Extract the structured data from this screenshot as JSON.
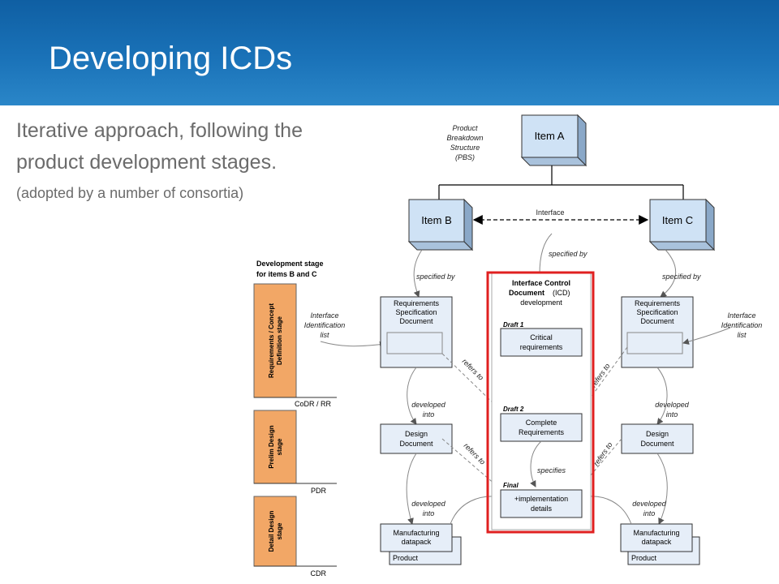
{
  "slide": {
    "title": "Developing ICDs",
    "bullet_line1": "Iterative approach, following the",
    "bullet_line2": "product development  stages.",
    "sub_bullet": "(adopted by a number of consortia)"
  },
  "diagram": {
    "pbs_label": [
      "Product",
      "Breakdown",
      "Structure",
      "(PBS)"
    ],
    "item_a": "Item A",
    "item_b": "Item B",
    "item_c": "Item C",
    "interface_label": "Interface",
    "specified_by": "specified by",
    "stage_header": [
      "Development stage",
      "for items B and C"
    ],
    "stages": [
      {
        "label": [
          "Requirements / Concept",
          "Definition stage"
        ],
        "milestone": "CoDR / RR"
      },
      {
        "label": [
          "Prelim Design",
          "stage"
        ],
        "milestone": "PDR"
      },
      {
        "label": [
          "Detail Design",
          "stage"
        ],
        "milestone": "CDR"
      }
    ],
    "req_spec_doc": [
      "Requirements",
      "Specification",
      "Document"
    ],
    "interface_id_list": [
      "Interface",
      "Identification",
      "list"
    ],
    "design_doc": [
      "Design",
      "Document"
    ],
    "developed_into": [
      "developed",
      "into"
    ],
    "mfg_datapack": [
      "Manufacturing",
      "datapack"
    ],
    "product": "Product",
    "refers_to": "refers to",
    "icd_title_bold": [
      "Interface Control",
      "Document"
    ],
    "icd_title_rest": "(ICD)",
    "icd_development": "development",
    "draft1": "Draft 1",
    "draft1_box": [
      "Critical",
      "requirements"
    ],
    "draft2": "Draft 2",
    "draft2_box": [
      "Complete",
      "Requirements"
    ],
    "specifies": "specifies",
    "final": "Final",
    "final_box": [
      "+implementation",
      "details"
    ]
  },
  "colors": {
    "header_blue": "#1a6fb5",
    "item_box_fill": "#cfe2f5",
    "doc_box_fill": "#e6eef8",
    "stage_bar": "#f2a766",
    "icd_highlight": "#e02020"
  }
}
